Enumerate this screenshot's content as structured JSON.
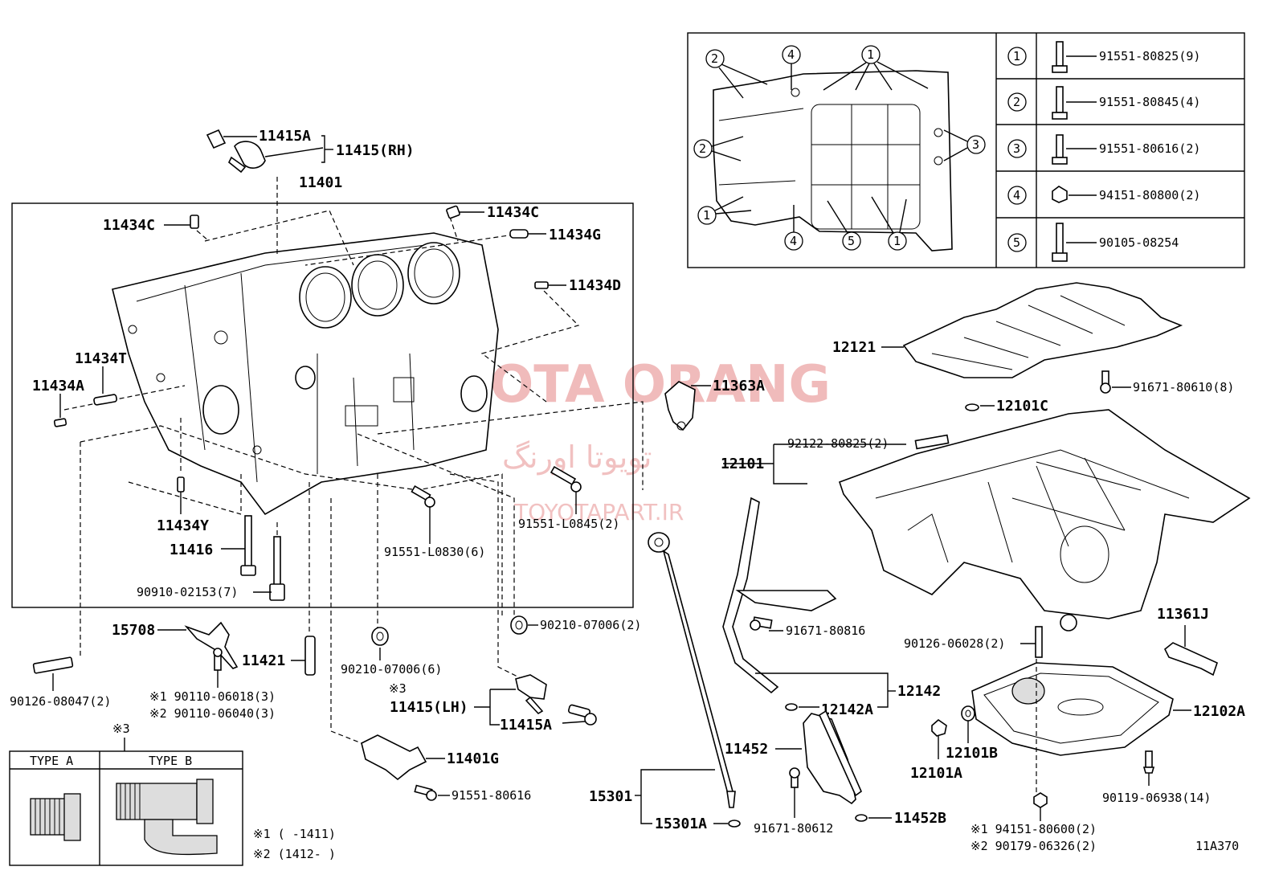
{
  "diagram_id": "11A370",
  "watermark": {
    "main": "TOYOTA ORANG",
    "farsi": "تویوتا اورنگ",
    "url": "TOYOTAPART.IR"
  },
  "labels": {
    "p11415A_top": "11415A",
    "p11415_rh": "11415(RH)",
    "p11401": "11401",
    "p11434C_left": "11434C",
    "p11434C_right": "11434C",
    "p11434G": "11434G",
    "p11434D": "11434D",
    "p11434T": "11434T",
    "p11434A": "11434A",
    "p11434Y": "11434Y",
    "p11416": "11416",
    "p90910": "90910-02153(7)",
    "p91551_L0830": "91551-L0830(6)",
    "p91551_L0845": "91551-L0845(2)",
    "p11363A": "11363A",
    "p15708": "15708",
    "p11421": "11421",
    "p90210_a": "90210-07006(2)",
    "p90210_b": "90210-07006(6)",
    "p90126_08047": "90126-08047(2)",
    "p90110_a": "※1 90110-06018(3)",
    "p90110_b": "※2 90110-06040(3)",
    "p_note3": "※3",
    "p11415_lh": "11415(LH)",
    "p11415A_bot": "11415A",
    "p11401G": "11401G",
    "p91551_80616": "91551-80616",
    "p12121": "12121",
    "p91671_80610": "91671-80610(8)",
    "p12101C": "12101C",
    "p92122": "92122-80825(2)",
    "p12101": "12101",
    "p91671_80816": "91671-80816",
    "p11361J": "11361J",
    "p90126_06028": "90126-06028(2)",
    "p12142": "12142",
    "p12142A": "12142A",
    "p12102A": "12102A",
    "p11452": "11452",
    "p12101B": "12101B",
    "p12101A": "12101A",
    "p15301": "15301",
    "p15301A": "15301A",
    "p91671_80612": "91671-80612",
    "p11452B": "11452B",
    "p90119": "90119-06938(14)",
    "p94151": "※1 94151-80600(2)",
    "p90179": "※2 90179-06326(2)"
  },
  "type_box": {
    "note": "※3",
    "type_a": "TYPE A",
    "type_b": "TYPE B"
  },
  "footnotes": {
    "n1": "※1 (      -1411)",
    "n2": "※2 (1412-      )"
  },
  "inset": {
    "callouts": [
      "1",
      "2",
      "3",
      "4",
      "5"
    ],
    "table": [
      {
        "num": "1",
        "part": "91551-80825(9)"
      },
      {
        "num": "2",
        "part": "91551-80845(4)"
      },
      {
        "num": "3",
        "part": "91551-80616(2)"
      },
      {
        "num": "4",
        "part": "94151-80800(2)"
      },
      {
        "num": "5",
        "part": "90105-08254"
      }
    ]
  }
}
